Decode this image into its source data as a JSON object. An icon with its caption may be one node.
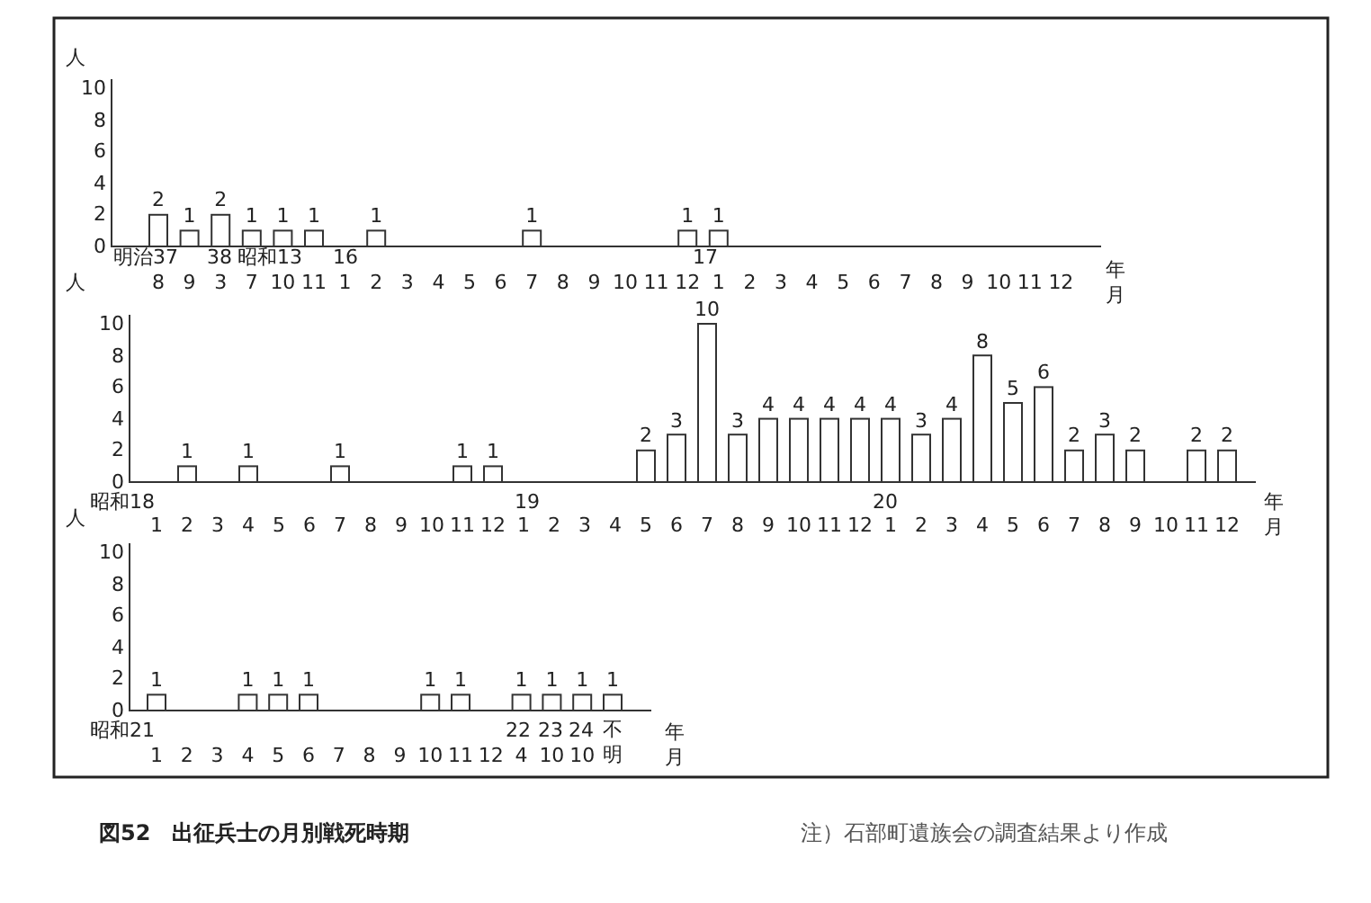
{
  "diagram": {
    "title": "図52　出征兵士の月別戦死時期",
    "caption": "注）石部町遺族会の調査結果より作成",
    "labels": [
      "人",
      "10",
      "8",
      "6",
      "4",
      "2",
      "0",
      "2",
      "1",
      "2",
      "1",
      "1",
      "1",
      "1",
      "1",
      "1",
      "1",
      "明治37",
      "38",
      "昭和13",
      "16",
      "17",
      "8",
      "9",
      "3",
      "7",
      "10",
      "11",
      "1",
      "2",
      "3",
      "4",
      "5",
      "6",
      "7",
      "8",
      "9",
      "10",
      "11",
      "12",
      "1",
      "2",
      "3",
      "4",
      "5",
      "6",
      "7",
      "8",
      "9",
      "10",
      "11",
      "12",
      "年",
      "月",
      "人",
      "10",
      "8",
      "6",
      "4",
      "2",
      "0",
      "1",
      "1",
      "1",
      "1",
      "1",
      "2",
      "3",
      "10",
      "3",
      "4",
      "4",
      "4",
      "4",
      "4",
      "3",
      "4",
      "8",
      "5",
      "6",
      "2",
      "3",
      "2",
      "2",
      "2",
      "昭和18",
      "19",
      "20",
      "1",
      "2",
      "3",
      "4",
      "5",
      "6",
      "7",
      "8",
      "9",
      "10",
      "11",
      "12",
      "1",
      "2",
      "3",
      "4",
      "5",
      "6",
      "7",
      "8",
      "9",
      "10",
      "11",
      "12",
      "1",
      "2",
      "3",
      "4",
      "5",
      "6",
      "7",
      "8",
      "9",
      "10",
      "11",
      "12",
      "年",
      "月",
      "人",
      "10",
      "8",
      "6",
      "4",
      "2",
      "0",
      "1",
      "1",
      "1",
      "1",
      "1",
      "1",
      "1",
      "1",
      "1",
      "1",
      "昭和21",
      "22",
      "23",
      "24",
      "1",
      "2",
      "3",
      "4",
      "5",
      "6",
      "7",
      "8",
      "9",
      "10",
      "11",
      "12",
      "4",
      "10",
      "10",
      "不明",
      "年",
      "月"
    ]
  }
}
